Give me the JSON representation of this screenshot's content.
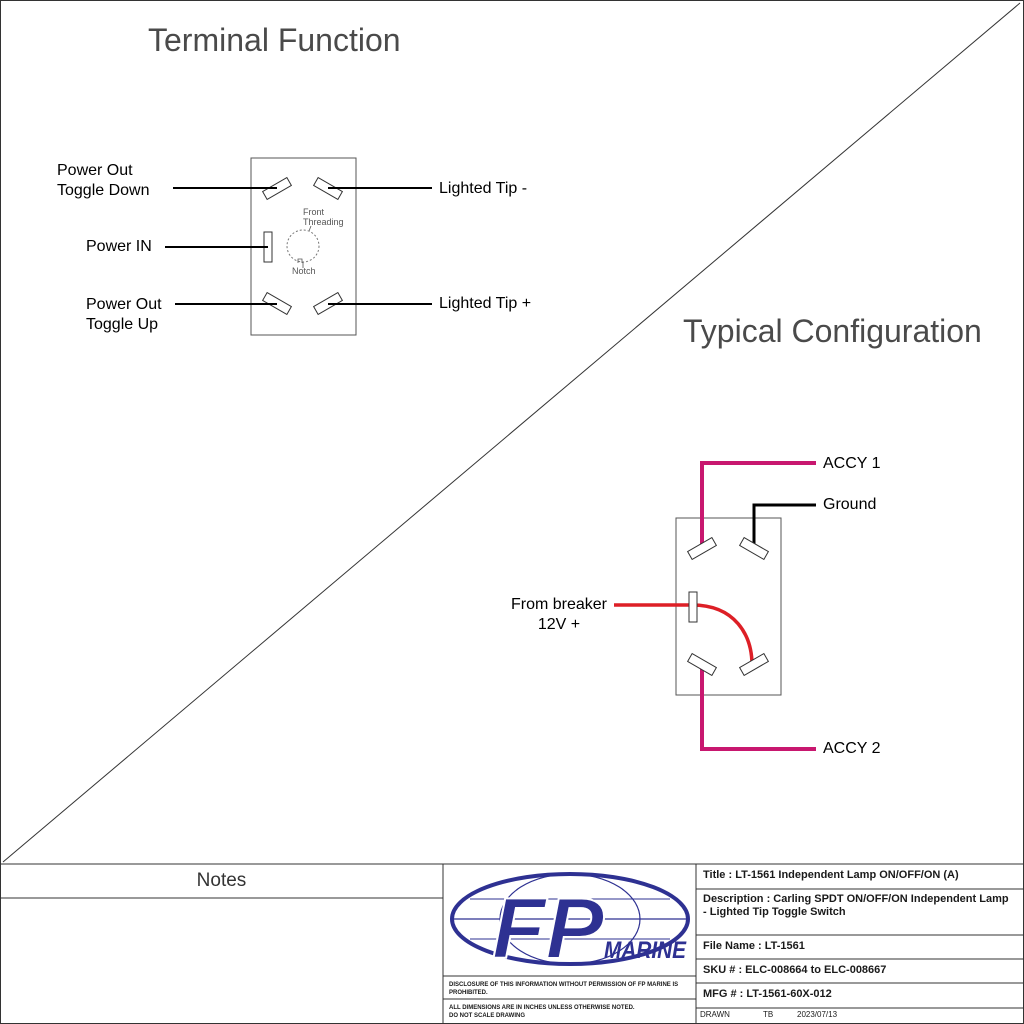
{
  "headings": {
    "terminal_function": "Terminal Function",
    "typical_configuration": "Typical Configuration"
  },
  "terminal_function": {
    "power_out_toggle_down": [
      "Power Out",
      "Toggle Down"
    ],
    "power_in": "Power IN",
    "power_out_toggle_up": [
      "Power Out",
      "Toggle Up"
    ],
    "lighted_tip_minus": "Lighted Tip -",
    "lighted_tip_plus": "Lighted Tip +",
    "front_threading": [
      "Front",
      "Threading"
    ],
    "notch": "Notch"
  },
  "typical_configuration": {
    "accy1": "ACCY 1",
    "ground": "Ground",
    "from_breaker": [
      "From breaker",
      "12V +"
    ],
    "accy2": "ACCY 2"
  },
  "wire_colors": {
    "accessory": "#c8176f",
    "ground": "#000000",
    "power": "#dd1f26"
  },
  "title_block": {
    "notes_label": "Notes",
    "logo": {
      "brand": "FP",
      "name": "MARINE",
      "color": "#2e3192"
    },
    "disclosure": [
      "DISCLOSURE OF THIS INFORMATION WITHOUT PERMISSION OF FP MARINE IS",
      "PROHIBITED."
    ],
    "dimensions_note": [
      "ALL DIMENSIONS ARE IN INCHES UNLESS OTHERWISE NOTED.",
      "DO NOT SCALE DRAWING"
    ],
    "title": "Title :  LT-1561 Independent Lamp ON/OFF/ON (A)",
    "description": [
      "Description : Carling SPDT ON/OFF/ON Independent Lamp",
      "- Lighted Tip Toggle Switch"
    ],
    "file_name": "File Name : LT-1561",
    "sku": "SKU # : ELC-008664 to ELC-008667",
    "mfg": "MFG # : LT-1561-60X-012",
    "drawn_label": "DRAWN",
    "drawn_by": "TB",
    "drawn_date": "2023/07/13"
  }
}
